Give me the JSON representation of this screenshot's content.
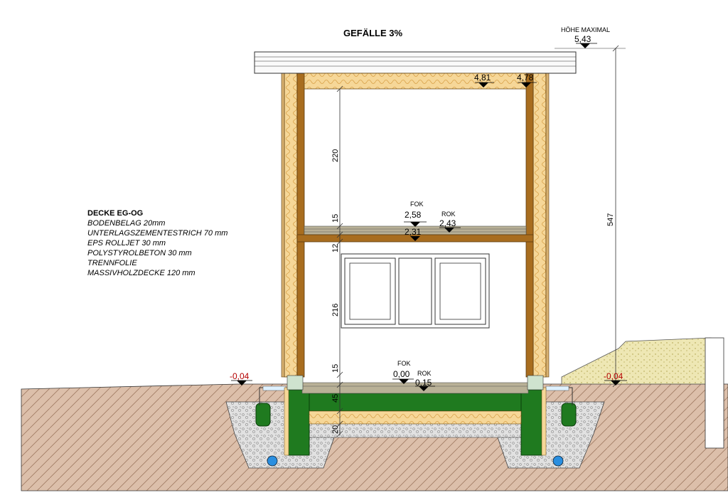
{
  "title": "GEFÄLLE 3%",
  "max_height": {
    "label": "HÖHE MAXIMAL",
    "value": "5,43"
  },
  "roof_levels": [
    "4,81",
    "4,78"
  ],
  "upper_floor": {
    "fok_label": "FOK",
    "fok_value": "2,58",
    "rok_label": "ROK",
    "rok_value": "2,43",
    "under_value": "2,31"
  },
  "ground_floor": {
    "fok_label": "FOK",
    "fok_value": "0,00",
    "rok_label": "ROK",
    "rok_value": "0,15"
  },
  "terrain_levels": [
    "-0,04",
    "-0,04"
  ],
  "dimensions": [
    "220",
    "15",
    "12",
    "216",
    "15",
    "45",
    "20"
  ],
  "total_height": "547",
  "legend": {
    "heading": "DECKE EG-OG",
    "layers": [
      "BODENBELAG 20mm",
      "UNTERLAGSZEMENTESTRICH 70 mm",
      "EPS ROLLJET 30 mm",
      "POLYSTYROLBETON  30 mm",
      "TRENNFOLIE",
      "MASSIVHOLZDECKE 120 mm"
    ]
  },
  "colors": {
    "timber": "#c8922f",
    "timber_dark": "#7a4f12",
    "insulation": "#f7d79a",
    "concrete_green": "#1f7a1f",
    "gravel": "#d9d9d9",
    "soil": "#d9b9a3",
    "pipe_blue": "#2a8fe0",
    "level_red": "#b40000"
  }
}
